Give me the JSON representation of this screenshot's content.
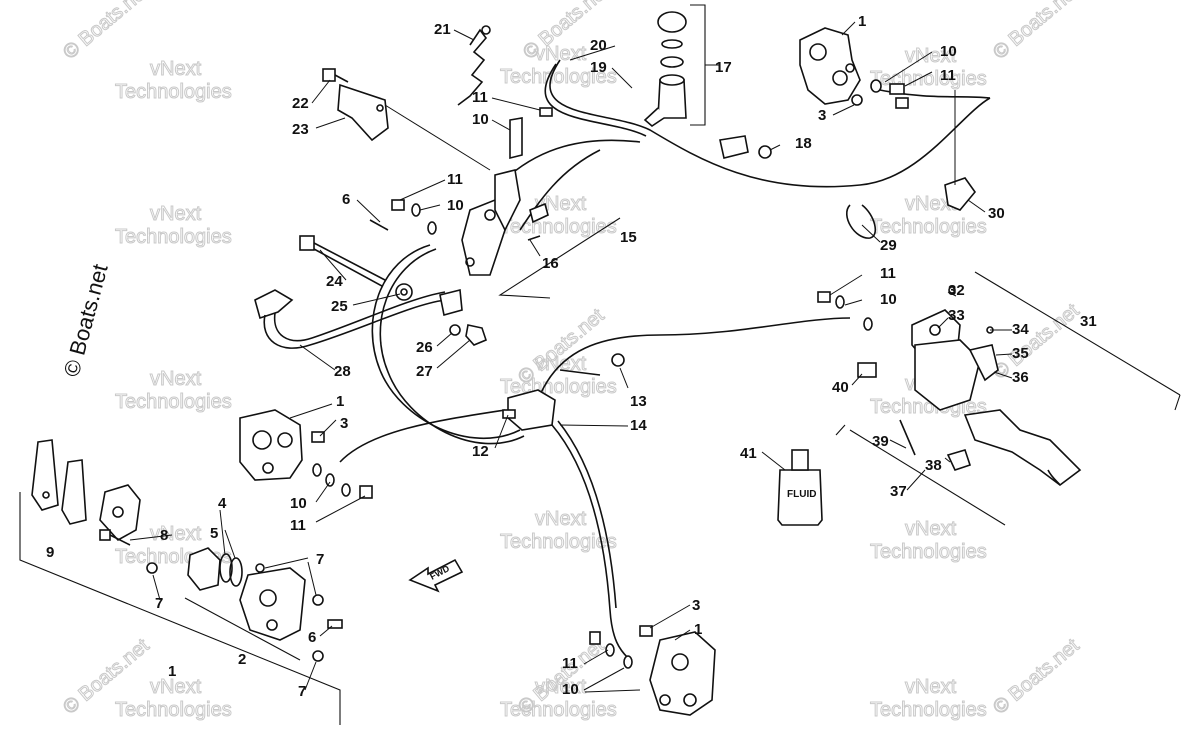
{
  "side_watermark": "© Boats.net",
  "watermarks": {
    "boats": "© Boats.net",
    "vnext_line1": "vNext",
    "vnext_line2": "Technologies"
  },
  "fwd_arrow_label": "FWD",
  "fluid_bottle_label": "FLUID",
  "callouts": {
    "c1_top": "1",
    "c1_left": "1",
    "c1_bottom": "1",
    "c1_lower": "1",
    "c2": "2",
    "c3_top": "3",
    "c3_left": "3",
    "c3_bottom": "3",
    "c4": "4",
    "c5": "5",
    "c6_upper": "6",
    "c6_lower": "6",
    "c7_a": "7",
    "c7_b": "7",
    "c7_c": "7",
    "c8": "8",
    "c9": "9",
    "c10_topright": "10",
    "c10_upper": "10",
    "c10_center": "10",
    "c10_right": "10",
    "c10_left": "10",
    "c10_bottom": "10",
    "c11_topright": "11",
    "c11_upper": "11",
    "c11_center": "11",
    "c11_right": "11",
    "c11_left": "11",
    "c11_bottom": "11",
    "c12": "12",
    "c13": "13",
    "c14": "14",
    "c15": "15",
    "c16": "16",
    "c17": "17",
    "c18": "18",
    "c19": "19",
    "c20": "20",
    "c21": "21",
    "c22": "22",
    "c23": "23",
    "c24": "24",
    "c25": "25",
    "c26": "26",
    "c27": "27",
    "c28": "28",
    "c29": "29",
    "c30": "30",
    "c31": "31",
    "c32": "32",
    "c33": "33",
    "c34": "34",
    "c35": "35",
    "c36": "36",
    "c37": "37",
    "c38": "38",
    "c39": "39",
    "c40": "40",
    "c41": "41"
  }
}
